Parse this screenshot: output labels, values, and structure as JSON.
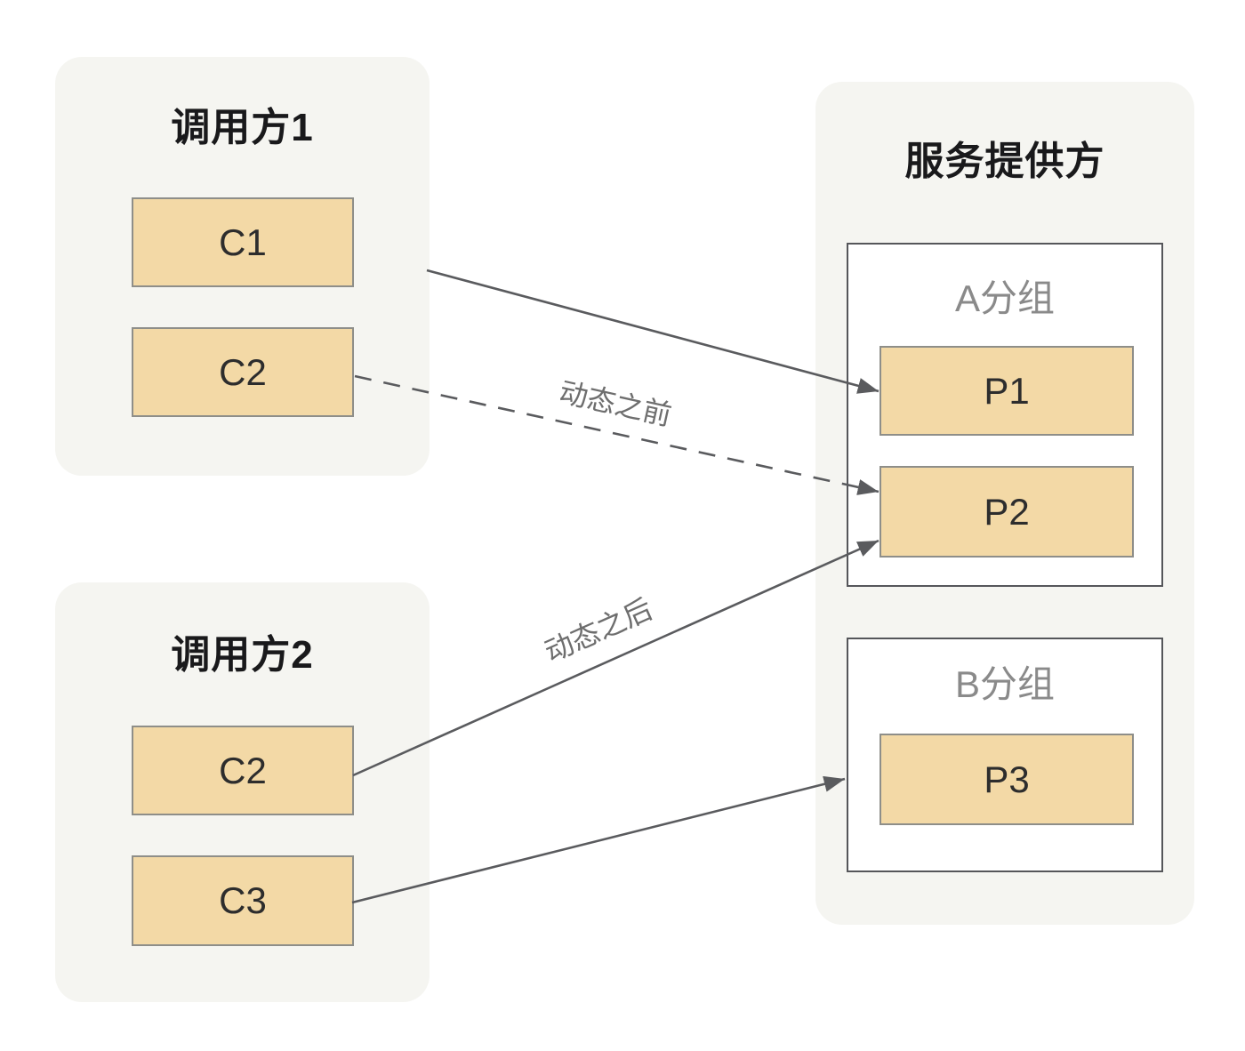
{
  "diagram_title": "service-group-routing-diagram",
  "caller1": {
    "title": "调用方1",
    "nodes": [
      "C1",
      "C2"
    ]
  },
  "caller2": {
    "title": "调用方2",
    "nodes": [
      "C2",
      "C3"
    ]
  },
  "provider": {
    "title": "服务提供方",
    "groups": [
      {
        "title": "A分组",
        "nodes": [
          "P1",
          "P2"
        ]
      },
      {
        "title": "B分组",
        "nodes": [
          "P3"
        ]
      }
    ]
  },
  "edges": [
    {
      "from": "调用方1.C1",
      "to": "A分组.P1",
      "style": "solid",
      "label": ""
    },
    {
      "from": "调用方1.C2",
      "to": "A分组.P2",
      "style": "dashed",
      "label": "动态之前"
    },
    {
      "from": "调用方2.C2",
      "to": "A分组.P2",
      "style": "solid",
      "label": "动态之后"
    },
    {
      "from": "调用方2.C3",
      "to": "B分组",
      "style": "solid",
      "label": ""
    }
  ],
  "colors": {
    "page-bg": "#ffffff",
    "panel-bg": "#f5f5f1",
    "node-fill": "#f3d9a6",
    "node-border": "#8e8e89",
    "group-border": "#55565a",
    "group-bg": "#ffffff",
    "arrow": "#5a5b5e",
    "title-text": "#19191b",
    "group-title-text": "#8a8a8a",
    "node-text": "#2d2d2d",
    "edge-label-text": "#6e6e6e"
  }
}
